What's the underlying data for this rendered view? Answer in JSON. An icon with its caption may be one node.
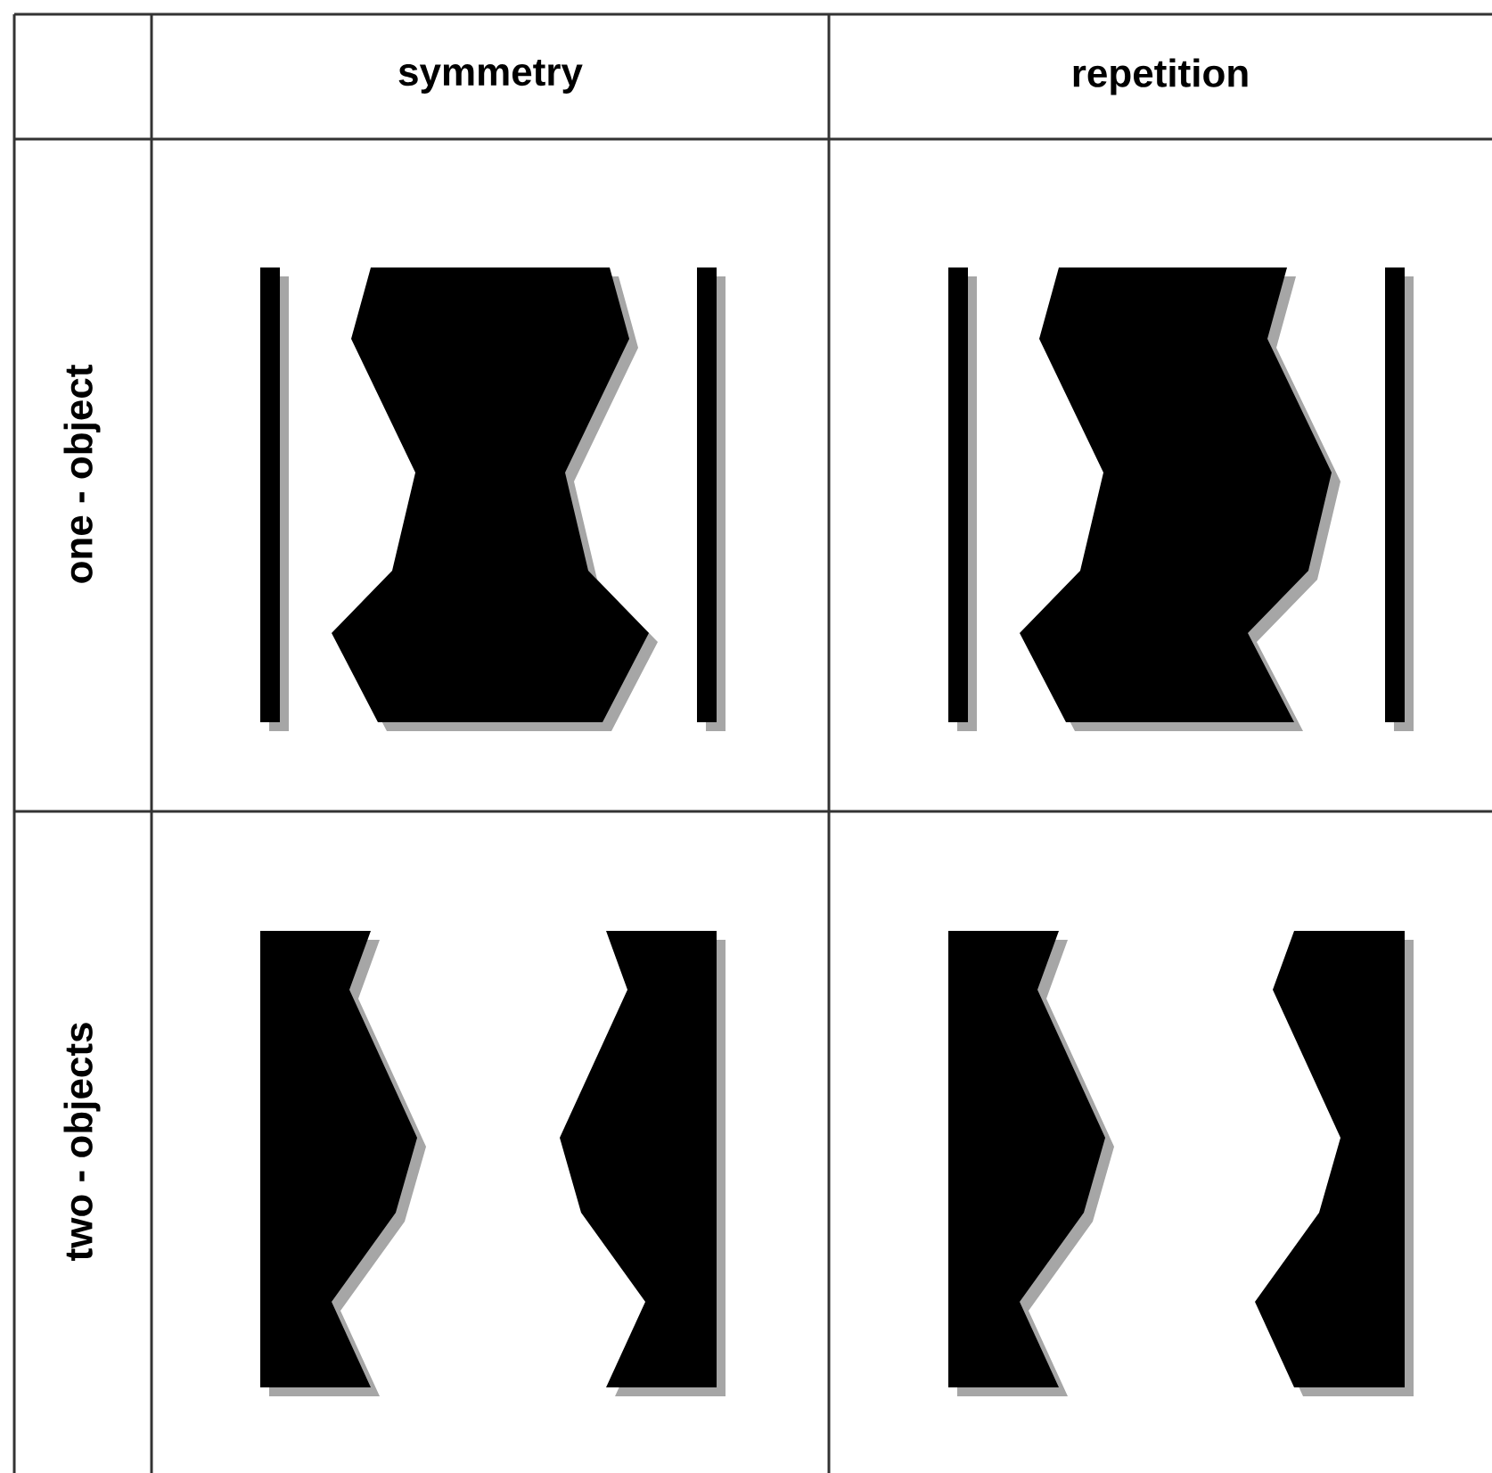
{
  "diagram": {
    "labels": [
      "symmetry",
      "repetition",
      "one - object",
      "two - objects"
    ]
  }
}
